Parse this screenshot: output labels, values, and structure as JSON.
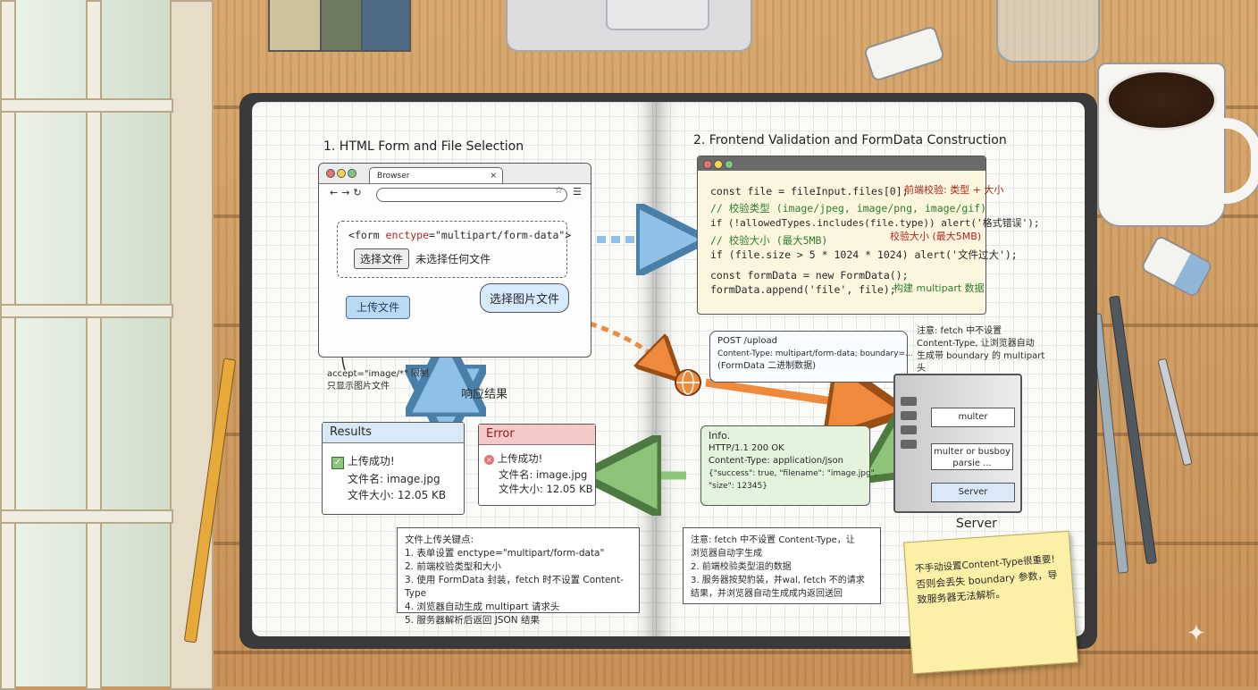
{
  "left_page": {
    "title": "1. HTML Form and File Selection",
    "browser": {
      "tab": "Browser",
      "form_code_prefix": "<form ",
      "form_code_attr": "enctype",
      "form_code_value": "=\"multipart/form-data\">",
      "choose_button": "选择文件",
      "no_file_text": "未选择任何文件",
      "upload_button": "上传文件"
    },
    "callout_select": "选择图片文件",
    "accept_note_line1": "accept=\"image/*\" 限制",
    "accept_note_line2": "只显示图片文件",
    "response_label": "响应结果",
    "results_panel": {
      "header": "Results",
      "line1": "上传成功!",
      "line2": "文件名: image.jpg",
      "line3": "文件大小: 12.05 KB"
    },
    "error_panel": {
      "header": "Error",
      "line1": "上传成功!",
      "line2": "文件名: image.jpg",
      "line3": "文件大小: 12.05 KB"
    },
    "key_points_note": {
      "title": "文件上传关键点:",
      "items": [
        "1. 表单设置 enctype=\"multipart/form-data\"",
        "2. 前端校验类型和大小",
        "3. 使用 FormData 封装，fetch 时不设置 Content-Type",
        "4. 浏览器自动生成 multipart 请求头",
        "5. 服务器解析后返回 JSON 结果"
      ]
    }
  },
  "right_page": {
    "title": "2. Frontend Validation and FormData Construction",
    "code_lines": [
      "const file = fileInput.files[0];",
      "// 校验类型 (image/jpeg, image/png, image/gif)",
      "if (!allowedTypes.includes(file.type)) alert('格式错误');",
      "// 校验大小 (最大5MB)",
      "if (file.size > 5 * 1024 * 1024) alert('文件过大');",
      "const formData = new FormData();",
      "formData.append('file', file);"
    ],
    "annotations": {
      "frontend_check": "前端校验: 类型 + 大小",
      "size_check": "校验大小 (最大5MB)",
      "build_multipart": "构建 multipart 数据"
    },
    "request_bubble": {
      "line1": "POST /upload",
      "line2": "Content-Type: multipart/form-data; boundary=...",
      "line3": "(FormData 二进制数据)"
    },
    "fetch_note": {
      "line1": "注意: fetch 中不设置",
      "line2": "Content-Type, 让浏览器自动",
      "line3": "生成带 boundary 的 multipart",
      "line4": "头"
    },
    "response_box": {
      "header": "Info.",
      "line1": "HTTP/1.1 200 OK",
      "line2": "Content-Type: application/json",
      "line3": "{\"success\": true, \"filename\": \"image.jpg\",",
      "line4": "\"size\": 12345}"
    },
    "server": {
      "box1": "multer",
      "box2": "multer or busboy",
      "box2b": "parsie ...",
      "box3": "Server",
      "label": "Server"
    },
    "bottom_note": {
      "line1": "注意: fetch 中不设置 Content-Type，让",
      "line2": "浏览器自动字生成",
      "line3": "2. 前端校验类型沮的数据",
      "line4": "3. 服务器按契豹装，并wal, fetch 不的请求",
      "line5": "结果，并浏览器自动生成成内返回送回"
    },
    "sticky_note": {
      "line1": "不手动设置Content-Type很重要!",
      "line2": "否则会丢失 boundary 参数，导",
      "line3": "致服务器无法解析。"
    }
  },
  "colors": {
    "upload_button": "#bcd9f4",
    "results_header": "#d9e8f6",
    "error_header": "#f6c9c9",
    "code_background": "#fbf6dd",
    "response_background": "#e4f3dc",
    "sticky": "#fbf0a6",
    "arrow_blue": "#8fc1e8",
    "arrow_orange": "#ef8a3c",
    "arrow_green": "#8cc47a"
  }
}
